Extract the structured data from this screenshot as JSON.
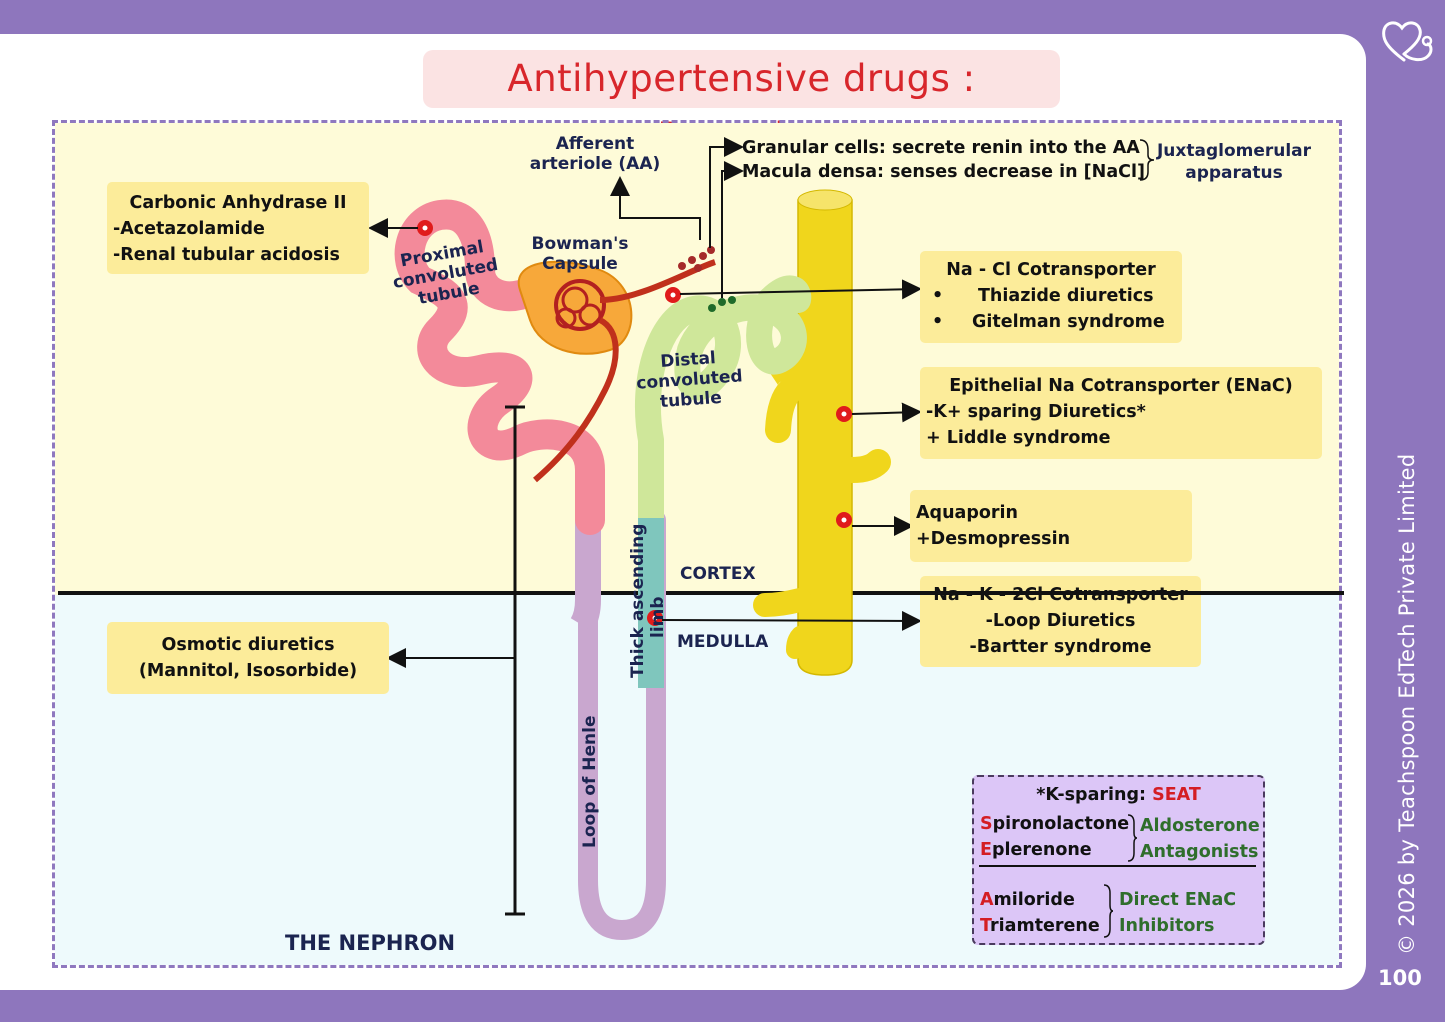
{
  "title": "Antihypertensive drugs : Diuretics",
  "footer": {
    "copyright": "© 2026 by Teachspoon EdTech Private Limited",
    "page_number": "100"
  },
  "logo_icon": "heart-stethoscope-icon",
  "zones": {
    "cortex": "CORTEX",
    "medulla": "MEDULLA",
    "diagram_title": "THE NEPHRON"
  },
  "structures": {
    "pct": [
      "Proximal",
      "convoluted",
      "tubule"
    ],
    "bowman": [
      "Bowman's",
      "Capsule"
    ],
    "afferent": [
      "Afferent",
      "arteriole (AA)"
    ],
    "dct": [
      "Distal",
      "convoluted",
      "tubule"
    ],
    "thick_limb": [
      "Thick ascending",
      "limb"
    ],
    "loop": "Loop of Henle"
  },
  "juxtaglomerular": {
    "granular": "Granular cells: secrete renin into the AA",
    "macula": "Macula densa: senses decrease in [NaCl]",
    "label": [
      "Juxtaglomerular",
      "apparatus"
    ]
  },
  "boxes": {
    "carbonic": {
      "title": "Carbonic Anhydrase II",
      "lines": [
        "-Acetazolamide",
        "-Renal tubular acidosis"
      ]
    },
    "nacl": {
      "title": "Na - Cl Cotransporter",
      "lines": [
        "Thiazide diuretics",
        "Gitelman syndrome"
      ]
    },
    "enac": {
      "title": "Epithelial Na Cotransporter (ENaC)",
      "lines": [
        "-K+ sparing Diuretics*",
        "+ Liddle syndrome"
      ]
    },
    "aquaporin": {
      "lines": [
        "Aquaporin",
        "+Desmopressin"
      ]
    },
    "nkcc": {
      "title": "Na - K - 2Cl Cotransporter",
      "lines": [
        "-Loop Diuretics",
        "-Bartter syndrome"
      ]
    },
    "osmotic": {
      "lines": [
        "Osmotic diuretics",
        "(Mannitol, Isosorbide)"
      ]
    }
  },
  "seat": {
    "heading_prefix": "*K-sparing: ",
    "heading_key": "SEAT",
    "group1": {
      "drugs": [
        {
          "initial": "S",
          "rest": "pironolactone"
        },
        {
          "initial": "E",
          "rest": "plerenone"
        }
      ],
      "class": [
        "Aldosterone",
        "Antagonists"
      ]
    },
    "group2": {
      "drugs": [
        {
          "initial": "A",
          "rest": "miloride"
        },
        {
          "initial": "T",
          "rest": "riamterene"
        }
      ],
      "class": [
        "Direct ENaC",
        "Inhibitors"
      ]
    }
  },
  "colors": {
    "frame_purple": "#8e76bd",
    "title_red": "#d8262b",
    "box_yellow": "#fcec9a",
    "cortex_bg": "#fefbd8",
    "medulla_bg": "#eefafc",
    "pct_pink": "#f38a9a",
    "dct_green": "#cfe79a",
    "collecting_duct_yellow": "#f0d61c",
    "loop_lilac": "#c9a7cf",
    "thick_limb_teal": "#7fc6bd",
    "marker_red": "#e01b1b",
    "seat_bg": "#dcc6f7"
  }
}
